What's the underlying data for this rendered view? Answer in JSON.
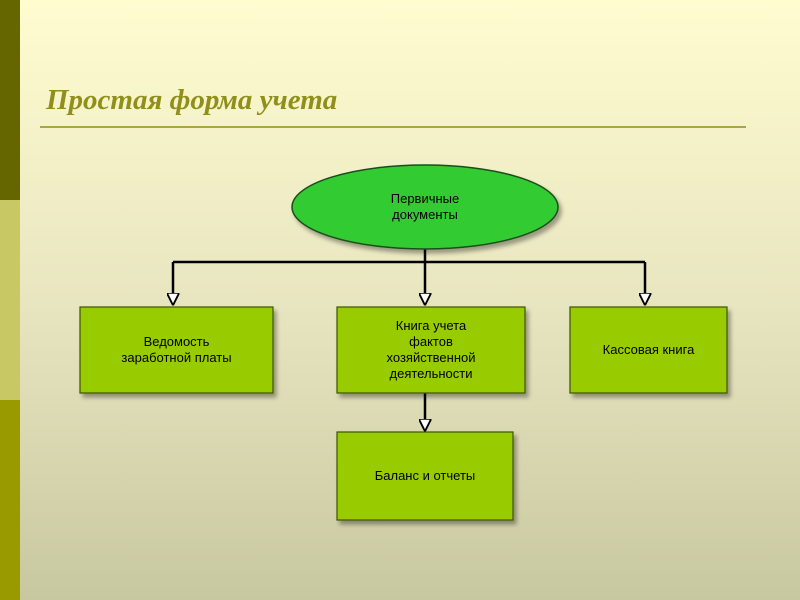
{
  "slide": {
    "title": "Простая форма учета",
    "nodes": {
      "root": "Первичные\nдокументы",
      "payroll": "Ведомость\nзаработной платы",
      "ledger": "Книга учета\nфактов\nхозяйственной\nдеятельности",
      "cashbook": "Кассовая книга",
      "balance": "Баланс и отчеты"
    }
  }
}
